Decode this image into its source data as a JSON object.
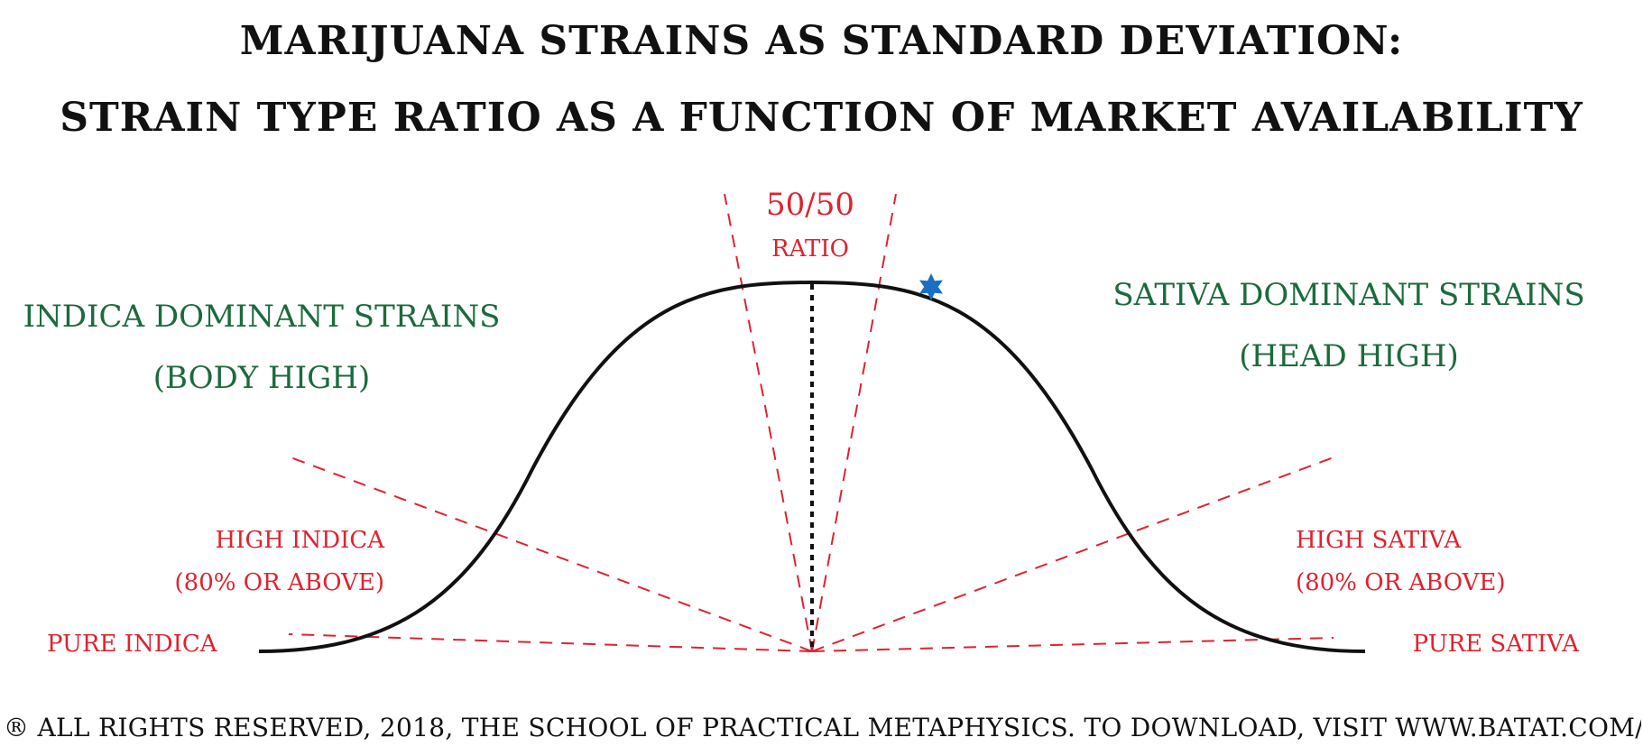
{
  "title": {
    "line1": "MARIJUANA STRAINS AS STANDARD DEVIATION:",
    "line2": "STRAIN TYPE RATIO AS A FUNCTION OF MARKET AVAILABILITY"
  },
  "center_label": {
    "line1": "50/50",
    "line2": "RATIO"
  },
  "indica": {
    "line1": "INDICA DOMINANT STRAINS",
    "line2": "(BODY HIGH)"
  },
  "sativa": {
    "line1": "SATIVA DOMINANT STRAINS",
    "line2": "(HEAD HIGH)"
  },
  "high_indica": {
    "line1": "HIGH INDICA",
    "line2": "(80% OR ABOVE)"
  },
  "high_sativa": {
    "line1": "HIGH SATIVA",
    "line2": "(80% OR ABOVE)"
  },
  "pure_indica": "PURE INDICA",
  "pure_sativa": "PURE SATIVA",
  "footer": "® ALL RIGHTS RESERVED, 2018, THE SCHOOL OF PRACTICAL METAPHYSICS. TO DOWNLOAD, VISIT WWW.BATAT.COM/SCHOOL/",
  "colors": {
    "curve": "#111111",
    "red": "#e0222e",
    "green": "#1b6b3c",
    "star": "#1a6fc4"
  },
  "icons": {
    "marker": "star-icon"
  }
}
